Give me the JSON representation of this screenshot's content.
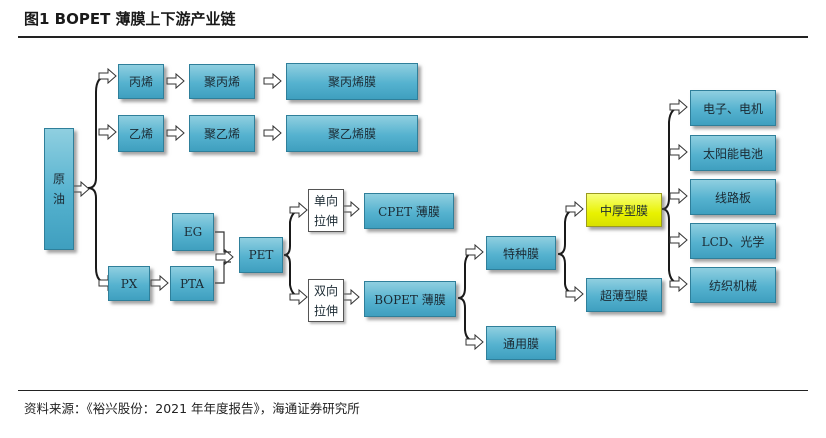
{
  "figure": {
    "title": "图1  BOPET 薄膜上下游产业链",
    "source": "资料来源：《裕兴股份：2021 年年度报告》，海通证券研究所"
  },
  "nodes": {
    "crude_oil_1": "原",
    "crude_oil_2": "油",
    "propylene": "丙烯",
    "polypropylene": "聚丙烯",
    "pp_film": "聚丙烯膜",
    "ethylene": "乙烯",
    "polyethylene": "聚乙烯",
    "pe_film": "聚乙烯膜",
    "eg": "EG",
    "px": "PX",
    "pta": "PTA",
    "pet": "PET",
    "uniaxial_1": "单向",
    "uniaxial_2": "拉伸",
    "biaxial_1": "双向",
    "biaxial_2": "拉伸",
    "cpet_film": "CPET 薄膜",
    "bopet_film": "BOPET 薄膜",
    "special_film": "特种膜",
    "general_film": "通用膜",
    "medium_thick_film": "中厚型膜",
    "ultra_thin_film": "超薄型膜",
    "electronics": "电子、电机",
    "solar_cell": "太阳能电池",
    "circuit_board": "线路板",
    "lcd_optics": "LCD、光学",
    "textile_machinery": "纺织机械"
  },
  "colors": {
    "box_fill": "#55b2cf",
    "highlight_fill": "#e9f200",
    "connector": "#1a1a1a"
  }
}
